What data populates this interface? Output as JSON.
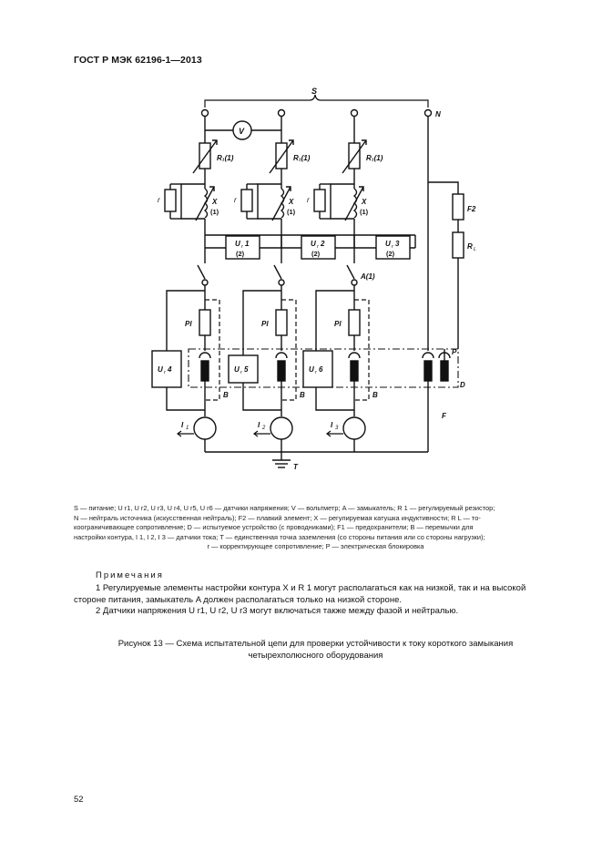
{
  "header": {
    "title": "ГОСТ Р МЭК 62196-1—2013"
  },
  "diagram": {
    "labels": {
      "S": "S",
      "N": "N",
      "V": "V",
      "R1a": "R₁(1)",
      "R1b": "R₁(1)",
      "R1c": "R₁(1)",
      "Xa": "X",
      "Xb": "X",
      "Xc": "X",
      "one": "(1)",
      "r": "r",
      "F2": "F2",
      "RL": "R",
      "RLsub": "L",
      "Ua": "U",
      "Ua_sub": "r",
      "Ua_n": "1",
      "Ub_n": "2",
      "Uc_n": "3",
      "two": "(2)",
      "A1": "A(1)",
      "Pl": "Pl",
      "U4": "4",
      "U5": "5",
      "U6": "6",
      "B": "B",
      "P": "P",
      "D": "D",
      "F": "F",
      "I": "I",
      "I1": "1",
      "I2": "2",
      "I3": "3",
      "T": "T"
    }
  },
  "legend": {
    "line1": "S — питание; U r1, U r2, U r3, U r4, U r5, U r6 — датчики напряжения; V — вольтметр; A — замыкатель; R 1 — регулируемый резистор;",
    "line2": "N — нейтраль источника (искусственная нейтраль); F2 — плавкий элемент; X — регулируемая катушка индуктивности; R L — то-",
    "line3": "коограничивающее сопротивление; D — испытуемое устройство (с проводниками); F1 — предохранители; B — перемычки для",
    "line4": "настройки контура, I 1, I 2, I 3 — датчики тока; T — единственная точка заземления (со стороны питания или со стороны нагрузки);",
    "line5": "r — корректирующее сопротивление; P — электрическая блокировка"
  },
  "notes": {
    "title": "Примечания",
    "note1": "1 Регулируемые элементы настройки контура X и R 1 могут располагаться как на низкой, так и на высокой стороне питания, замыкатель A должен располагаться только на низкой стороне.",
    "note2": "2 Датчики напряжения U r1, U r2, U r3 могут включаться также между фазой и нейтралью."
  },
  "caption": {
    "line1": "Рисунок 13 — Схема испытательной цепи для проверки устойчивости к току короткого замыкания",
    "line2": "четырехполюсного оборудования"
  },
  "page": {
    "number": "52"
  }
}
